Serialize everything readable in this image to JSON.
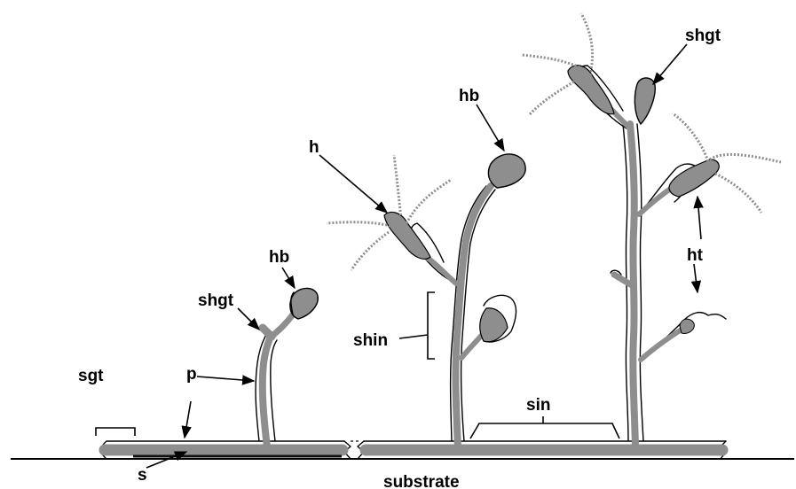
{
  "labels": {
    "substrate": "substrate",
    "sgt": "sgt",
    "s": "s",
    "p": "p",
    "shgt_left": "shgt",
    "hb_left": "hb",
    "h": "h",
    "shin": "shin",
    "hb_mid": "hb",
    "sin": "sin",
    "shgt_right": "shgt",
    "ht": "ht"
  },
  "colors": {
    "tissue": "#8e8e8e",
    "outline": "#000000",
    "background": "#ffffff"
  }
}
